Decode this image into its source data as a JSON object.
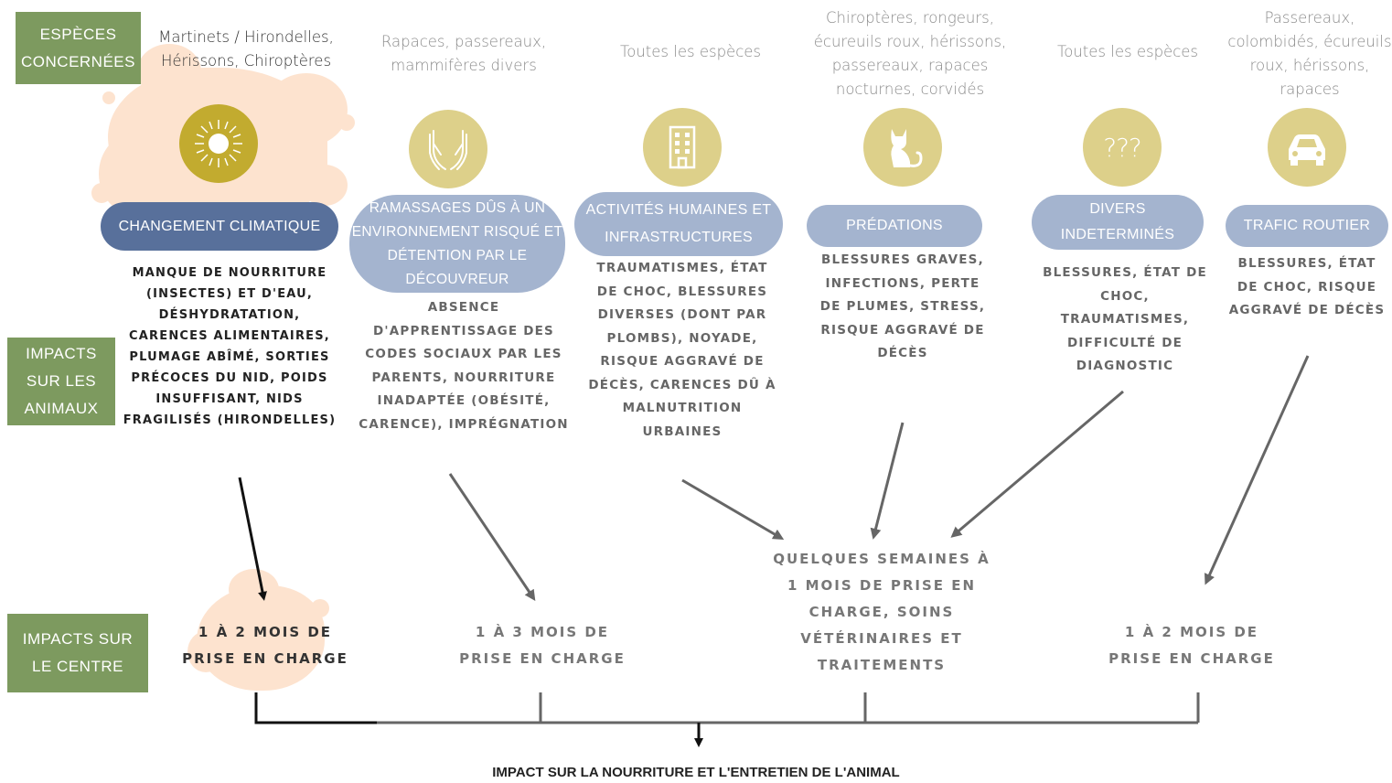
{
  "row_labels": {
    "species": "ESPÈCES CONCERNÉES",
    "animals": "IMPACTS SUR LES ANIMAUX",
    "centre": "IMPACTS SUR LE CENTRE"
  },
  "columns": [
    {
      "species": "Martinets / Hirondelles, Hérissons, Chiroptères",
      "icon": "sun-icon",
      "cause": "CHANGEMENT CLIMATIQUE",
      "impact": "MANQUE DE NOURRITURE (INSECTES) ET D'EAU, DÉSHYDRATATION, CARENCES ALIMENTAIRES, PLUMAGE ABÎMÉ, SORTIES PRÉCOCES DU NID, POIDS INSUFFISANT, NIDS FRAGILISÉS (HIRONDELLES)"
    },
    {
      "species": "Rapaces, passereaux, mammifères divers",
      "icon": "hands-icon",
      "cause": "RAMASSAGES DÛS À UN ENVIRONNEMENT RISQUÉ ET DÉTENTION PAR LE DÉCOUVREUR",
      "impact": "ABSENCE D'APPRENTISSAGE DES CODES SOCIAUX PAR LES PARENTS, NOURRITURE INADAPTÉE (OBÉSITÉ, CARENCE), IMPRÉGNATION"
    },
    {
      "species": "Toutes les espèces",
      "icon": "building-icon",
      "cause": "ACTIVITÉS  HUMAINES ET INFRASTRUCTURES",
      "impact": "TRAUMATISMES, ÉTAT DE CHOC, BLESSURES DIVERSES (DONT PAR PLOMBS), NOYADE, RISQUE AGGRAVÉ DE DÉCÈS, CARENCES DÛ À MALNUTRITION URBAINES"
    },
    {
      "species": "Chiroptères, rongeurs, écureuils roux, hérissons, passereaux, rapaces nocturnes, corvidés",
      "icon": "cat-icon",
      "cause": "PRÉDATIONS",
      "impact": "BLESSURES GRAVES, INFECTIONS, PERTE DE PLUMES, STRESS, RISQUE AGGRAVÉ DE DÉCÈS"
    },
    {
      "species": "Toutes les espèces",
      "icon": "question-marks-icon",
      "cause": "DIVERS INDETERMINÉS",
      "impact": "BLESSURES, ÉTAT DE CHOC, TRAUMATISMES, DIFFICULTÉ DE DIAGNOSTIC"
    },
    {
      "species": "Passereaux, colombidés, écureuils roux, hérissons, rapaces",
      "icon": "car-icon",
      "cause": "TRAFIC ROUTIER",
      "impact": "BLESSURES, ÉTAT DE CHOC, RISQUE AGGRAVÉ DE DÉCÈS"
    }
  ],
  "centre_impacts": [
    "1 À 2 MOIS DE PRISE EN CHARGE",
    "1 À 3 MOIS DE PRISE EN CHARGE",
    "QUELQUES SEMAINES À 1 MOIS DE PRISE EN CHARGE, SOINS VÉTÉRINAIRES ET TRAITEMENTS",
    "1 À 2 MOIS DE PRISE EN CHARGE"
  ],
  "footer": "IMPACT SUR LA NOURRITURE ET L'ENTRETIEN DE L'ANIMAL",
  "colors": {
    "label_green": "#7d9a5f",
    "pill_blue": "#a4b4cf",
    "pill_blue_dark": "#58709b",
    "icon_yellow": "#ddd08a",
    "icon_yellow_dark": "#c2ab2f",
    "highlight_splash": "#fde3cf"
  }
}
